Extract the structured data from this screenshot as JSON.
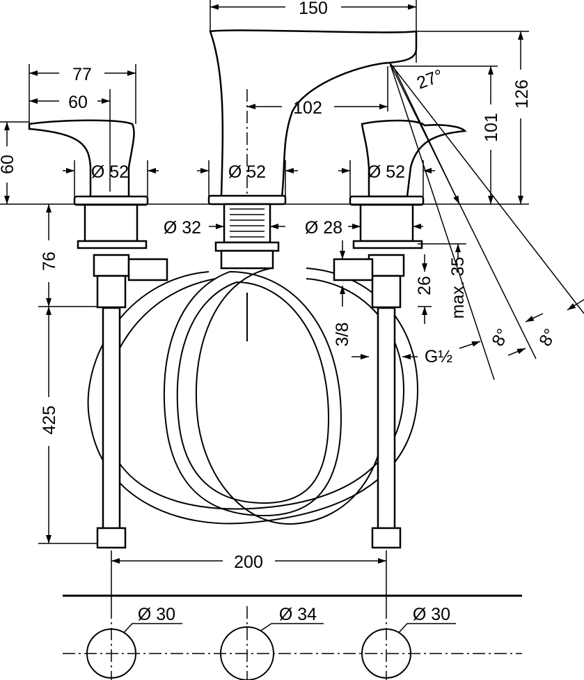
{
  "drawing": {
    "dims": {
      "spout_width": "150",
      "handle_width": "77",
      "handle_lever": "60",
      "spout_reach": "102",
      "spray_angle": "27°",
      "total_height": "126",
      "outlet_height": "101",
      "handle_height": "60",
      "base_left": "Ø 52",
      "base_center": "Ø 52",
      "base_right": "Ø 52",
      "shank_center": "Ø 32",
      "shank_side": "Ø 28",
      "body_depth": "76",
      "thread_length": "26",
      "max_deck": "max. 35",
      "connection_center": "3/8",
      "connection_side": "G½",
      "angle_a": "8°",
      "angle_b": "8°",
      "hose_length": "425",
      "spacing": "200",
      "hole_left": "Ø 30",
      "hole_center": "Ø 34",
      "hole_right": "Ø 30"
    }
  }
}
